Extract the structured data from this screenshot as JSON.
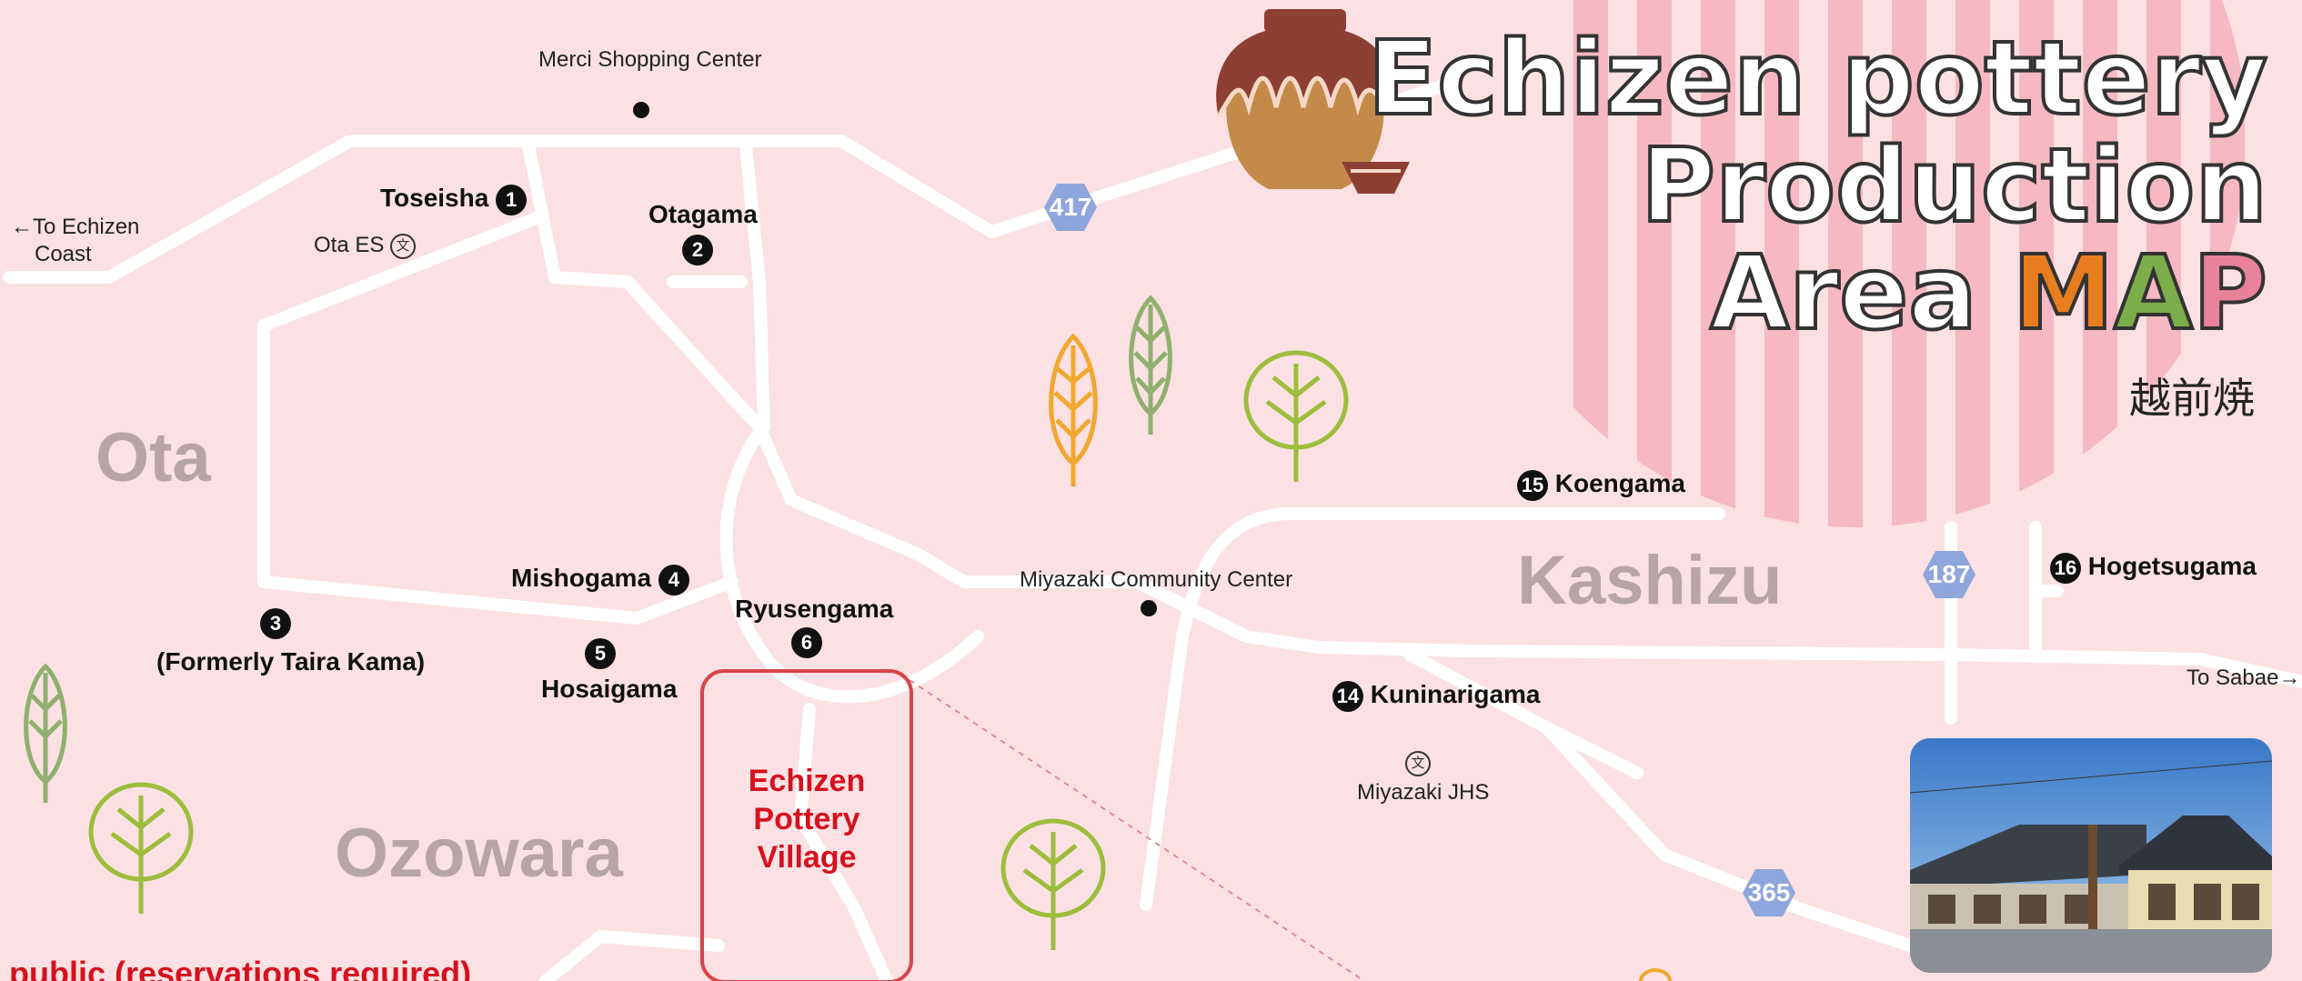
{
  "title": {
    "line1": "Echizen pottery",
    "line2": "Production",
    "line3_word": "Area",
    "map_m": "M",
    "map_a": "A",
    "map_p": "P",
    "japanese": "越前焼"
  },
  "areas": {
    "ota": "Ota",
    "ozowara": "Ozowara",
    "kashizu": "Kashizu"
  },
  "routes": {
    "r417": "417",
    "r187": "187",
    "r365": "365"
  },
  "landmarks": {
    "merci": "Merci Shopping Center",
    "echizen_coast_1": "←To Echizen",
    "echizen_coast_2": "Coast",
    "ota_es": "Ota ES",
    "miyazaki_cc": "Miyazaki Community Center",
    "miyazaki_jhs": "Miyazaki JHS",
    "to_sabae": "To Sabae→",
    "school_glyph": "文"
  },
  "kilns": {
    "k1": {
      "num": "1",
      "name": "Toseisha"
    },
    "k2": {
      "num": "2",
      "name": "Otagama"
    },
    "k3": {
      "num": "3",
      "name": "(Formerly Taira Kama)"
    },
    "k4": {
      "num": "4",
      "name": "Mishogama"
    },
    "k5": {
      "num": "5",
      "name": "Hosaigama"
    },
    "k6": {
      "num": "6",
      "name": "Ryusengama"
    },
    "k14": {
      "num": "14",
      "name": "Kuninarigama"
    },
    "k15": {
      "num": "15",
      "name": "Koengama"
    },
    "k16": {
      "num": "16",
      "name": "Hogetsugama"
    }
  },
  "village": {
    "line1": "Echizen",
    "line2": "Pottery",
    "line3": "Village"
  },
  "public_note": "public (reservations required)",
  "colors": {
    "background": "#fbe1e3",
    "road": "#ffffff",
    "accent_red": "#d6111e",
    "route_shield": "#8ea6dc",
    "stripe": "#f6b8c2"
  }
}
